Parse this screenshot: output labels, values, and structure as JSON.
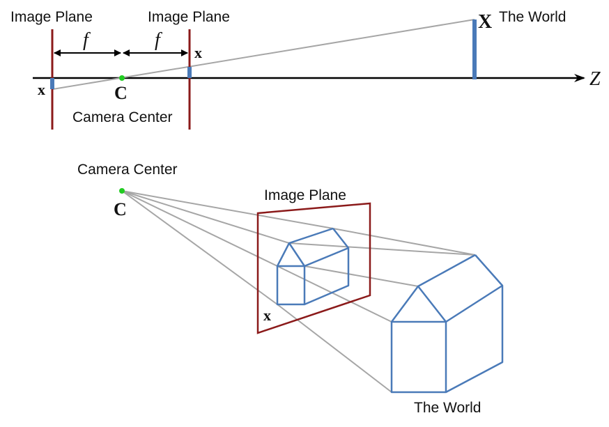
{
  "top": {
    "image_plane_left_label": "Image Plane",
    "image_plane_right_label": "Image Plane",
    "focal_left": "f",
    "focal_right": "f",
    "x_left": "x",
    "x_right": "x",
    "camera_symbol": "C",
    "camera_label": "Camera Center",
    "world_symbol": "X",
    "world_label": "The World",
    "axis_label": "Z"
  },
  "bottom": {
    "camera_label": "Camera Center",
    "camera_symbol": "C",
    "image_plane_label": "Image Plane",
    "x_label": "x",
    "world_label": "The World"
  },
  "colors": {
    "plane": "#8b1a1a",
    "object": "#4a7ab8",
    "ray": "#a6a6a6",
    "center": "#22cc22",
    "axis": "#000000"
  }
}
